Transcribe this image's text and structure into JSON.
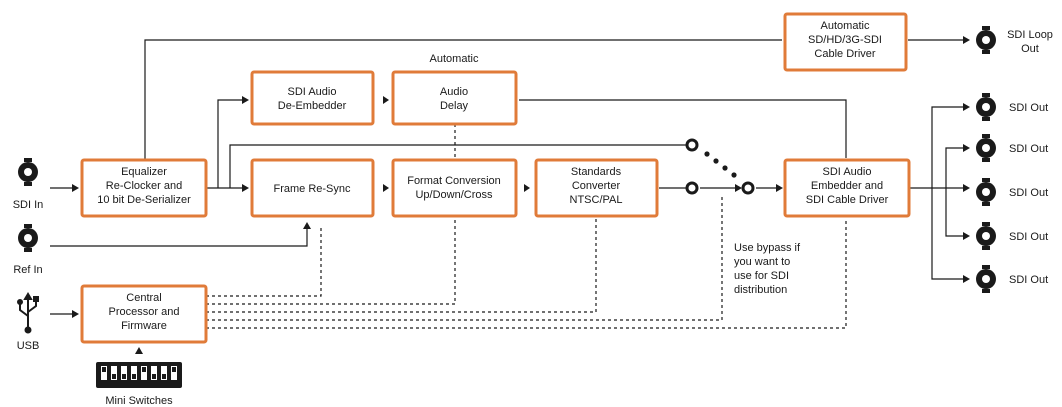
{
  "blocks": {
    "equalizer": [
      "Equalizer",
      "Re-Clocker and",
      "10 bit De-Serializer"
    ],
    "audio_deembedder": [
      "SDI Audio",
      "De-Embedder"
    ],
    "audio_delay": [
      "Audio",
      "Delay"
    ],
    "frame_resync": [
      "Frame Re-Sync"
    ],
    "format_conversion": [
      "Format Conversion",
      "Up/Down/Cross"
    ],
    "standards_converter": [
      "Standards",
      "Converter",
      "NTSC/PAL"
    ],
    "audio_embedder": [
      "SDI Audio",
      "Embedder and",
      "SDI Cable Driver"
    ],
    "cable_driver": [
      "Automatic",
      "SD/HD/3G-SDI",
      "Cable Driver"
    ],
    "processor": [
      "Central",
      "Processor and",
      "Firmware"
    ]
  },
  "labels": {
    "automatic": "Automatic",
    "sdi_in": "SDI In",
    "ref_in": "Ref In",
    "usb": "USB",
    "mini_switches": "Mini Switches",
    "loop_out": [
      "SDI Loop",
      "Out"
    ],
    "sdi_out": [
      "SDI Out",
      "SDI Out",
      "SDI Out",
      "SDI Out",
      "SDI Out"
    ],
    "bypass_note": [
      "Use bypass if",
      "you want to",
      "use for SDI",
      "distribution"
    ]
  },
  "colors": {
    "block_border": "#e07b39",
    "line": "#1a1a1a",
    "text": "#1a1a1a"
  },
  "icons": {
    "connector": "bnc-connector-icon",
    "usb": "usb-icon",
    "switches": "dip-switch-icon"
  }
}
